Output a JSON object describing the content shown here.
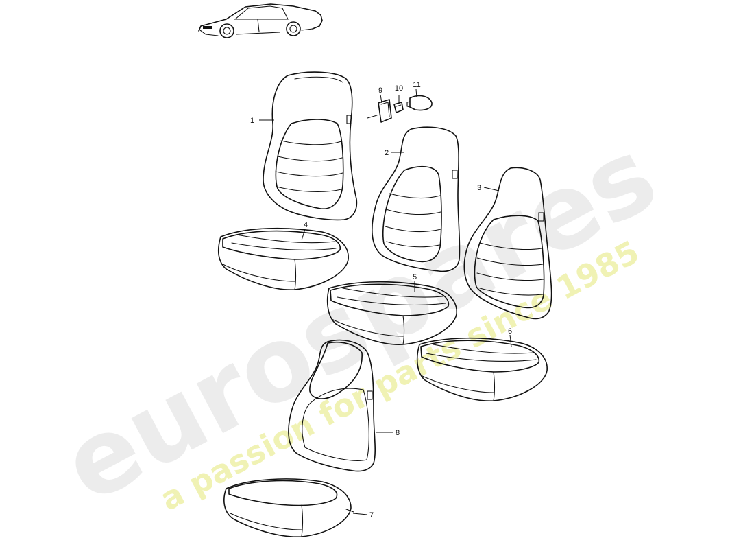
{
  "watermark": {
    "brand": "eurospares",
    "tagline": "a passion for parts since 1985",
    "brand_color": "#e6e6e6",
    "tagline_color": "#eef0a8"
  },
  "callouts": [
    {
      "id": "1",
      "label": "1"
    },
    {
      "id": "2",
      "label": "2"
    },
    {
      "id": "3",
      "label": "3"
    },
    {
      "id": "4",
      "label": "4"
    },
    {
      "id": "5",
      "label": "5"
    },
    {
      "id": "6",
      "label": "6"
    },
    {
      "id": "7",
      "label": "7"
    },
    {
      "id": "8",
      "label": "8"
    },
    {
      "id": "9",
      "label": "9"
    },
    {
      "id": "10",
      "label": "10"
    },
    {
      "id": "11",
      "label": "11"
    }
  ]
}
